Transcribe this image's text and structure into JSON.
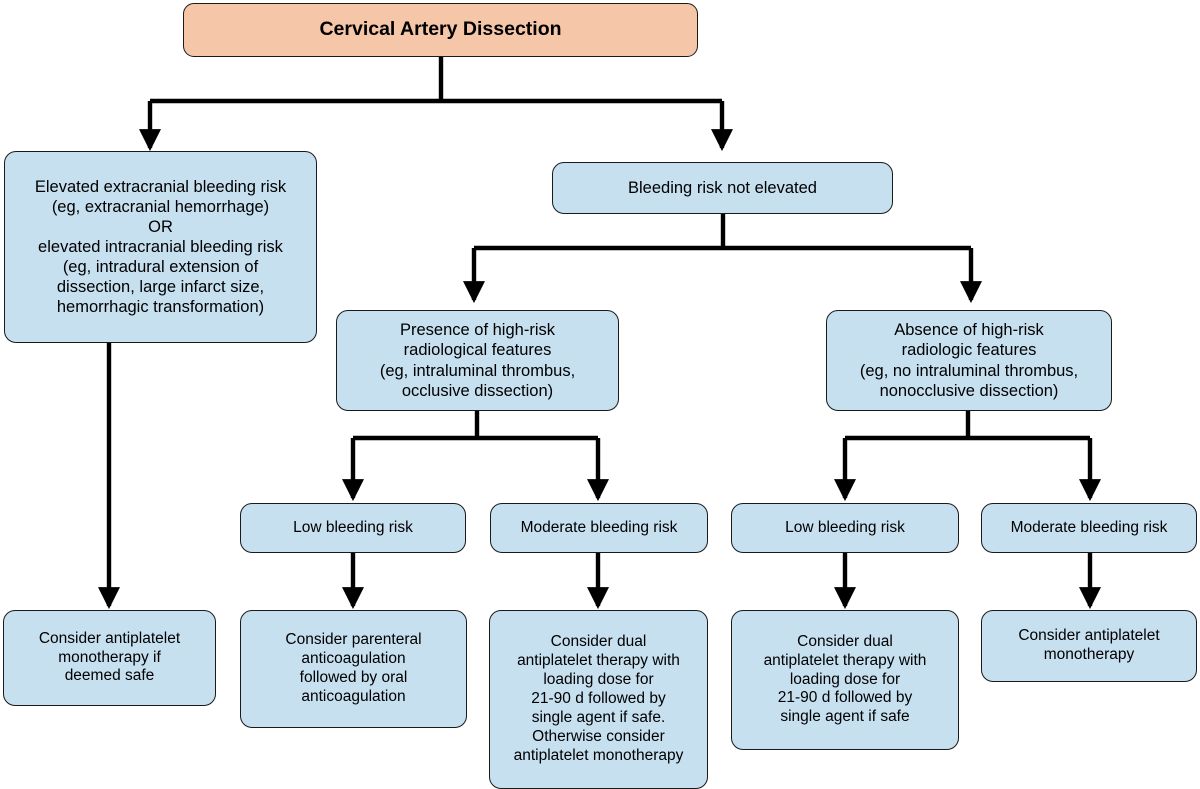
{
  "diagram": {
    "title": "Cervical Artery Dissection",
    "type": "decision-flowchart",
    "colors": {
      "root_fill": "#f5c6a8",
      "node_fill": "#c6e0f0",
      "border": "#1a1a1a",
      "background": "#ffffff",
      "connector": "#000000"
    },
    "nodes": {
      "root": "Cervical Artery Dissection",
      "elevated_risk": "Elevated extracranial bleeding risk\n(eg, extracranial hemorrhage)\nOR\nelevated intracranial bleeding risk\n(eg, intradural extension of\ndissection, large infarct size,\nhemorrhagic transformation)",
      "not_elevated": "Bleeding risk not elevated",
      "presence_high_risk": "Presence of high-risk\nradiological features\n(eg, intraluminal thrombus,\nocclusive dissection)",
      "absence_high_risk": "Absence of high-risk\nradiologic features\n(eg, no intraluminal thrombus,\nnonocclusive dissection)",
      "low_risk_left": "Low bleeding risk",
      "moderate_risk_left": "Moderate bleeding risk",
      "low_risk_right": "Low bleeding risk",
      "moderate_risk_right": "Moderate bleeding risk",
      "outcome_elevated": "Consider antiplatelet\nmonotherapy if\ndeemed safe",
      "outcome_low_left": "Consider parenteral\nanticoagulation\nfollowed by oral\nanticoagulation",
      "outcome_moderate_left": "Consider dual\nantiplatelet therapy with\nloading dose for\n21-90 d followed by\nsingle agent if safe.\nOtherwise consider\nantiplatelet monotherapy",
      "outcome_low_right": "Consider dual\nantiplatelet therapy with\nloading dose for\n21-90 d followed by\nsingle agent if safe",
      "outcome_moderate_right": "Consider antiplatelet\nmonotherapy"
    }
  }
}
